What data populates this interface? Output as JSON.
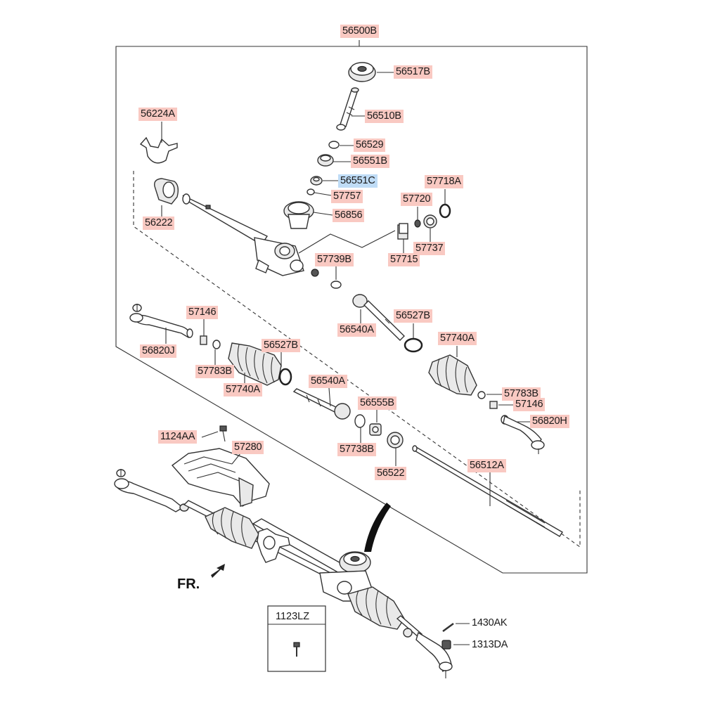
{
  "diagram": {
    "assembly_label": "56500B",
    "front_marker": "FR.",
    "bolt_box_label": "1123LZ",
    "part_labels": [
      {
        "code": "56500B",
        "highlight": "red"
      },
      {
        "code": "56517B",
        "highlight": "red"
      },
      {
        "code": "56510B",
        "highlight": "red"
      },
      {
        "code": "56224A",
        "highlight": "red"
      },
      {
        "code": "56529",
        "highlight": "red"
      },
      {
        "code": "56551B",
        "highlight": "red"
      },
      {
        "code": "56551C",
        "highlight": "blue"
      },
      {
        "code": "57718A",
        "highlight": "red"
      },
      {
        "code": "57757",
        "highlight": "red"
      },
      {
        "code": "57720",
        "highlight": "red"
      },
      {
        "code": "56856",
        "highlight": "red"
      },
      {
        "code": "56222",
        "highlight": "red"
      },
      {
        "code": "57737",
        "highlight": "red"
      },
      {
        "code": "57739B",
        "highlight": "red"
      },
      {
        "code": "57715",
        "highlight": "red"
      },
      {
        "code": "57146",
        "highlight": "red"
      },
      {
        "code": "56527B",
        "highlight": "red"
      },
      {
        "code": "56540A",
        "highlight": "red"
      },
      {
        "code": "56820J",
        "highlight": "red"
      },
      {
        "code": "57740A",
        "highlight": "red"
      },
      {
        "code": "56527B",
        "highlight": "red"
      },
      {
        "code": "57783B",
        "highlight": "red"
      },
      {
        "code": "57740A",
        "highlight": "red"
      },
      {
        "code": "56540A",
        "highlight": "red"
      },
      {
        "code": "57783B",
        "highlight": "red"
      },
      {
        "code": "56555B",
        "highlight": "red"
      },
      {
        "code": "57146",
        "highlight": "red"
      },
      {
        "code": "56820H",
        "highlight": "red"
      },
      {
        "code": "1124AA",
        "highlight": "red"
      },
      {
        "code": "57280",
        "highlight": "red"
      },
      {
        "code": "57738B",
        "highlight": "red"
      },
      {
        "code": "56522",
        "highlight": "red"
      },
      {
        "code": "56512A",
        "highlight": "red"
      },
      {
        "code": "1430AK",
        "highlight": "plain"
      },
      {
        "code": "1313DA",
        "highlight": "plain"
      }
    ]
  }
}
